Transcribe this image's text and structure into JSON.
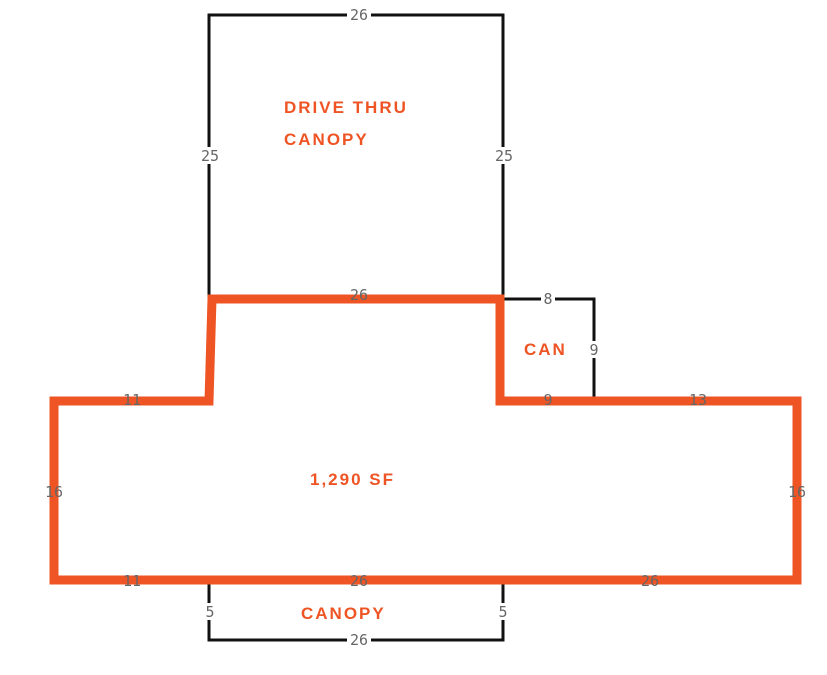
{
  "colors": {
    "outline": "#111111",
    "accent": "#ee5424",
    "dimension_text": "#666666"
  },
  "labels": {
    "drive_thru_line1": "DRIVE THRU",
    "drive_thru_line2": "CANOPY",
    "side_canopy": "CAN",
    "area": "1,290 SF",
    "bottom_canopy": "CANOPY"
  },
  "dimensions": {
    "drive_thru_top": "26",
    "drive_thru_left": "25",
    "drive_thru_right": "25",
    "building_top_center": "26",
    "side_canopy_top": "8",
    "side_canopy_right": "9",
    "building_left_step": "11",
    "building_right_step": "13",
    "building_mid_step": "9",
    "building_left": "16",
    "building_right": "16",
    "building_bottom_left": "11",
    "building_bottom_center": "26",
    "building_bottom_right": "26",
    "bottom_canopy_left": "5",
    "bottom_canopy_right": "5",
    "bottom_canopy_bottom": "26"
  }
}
